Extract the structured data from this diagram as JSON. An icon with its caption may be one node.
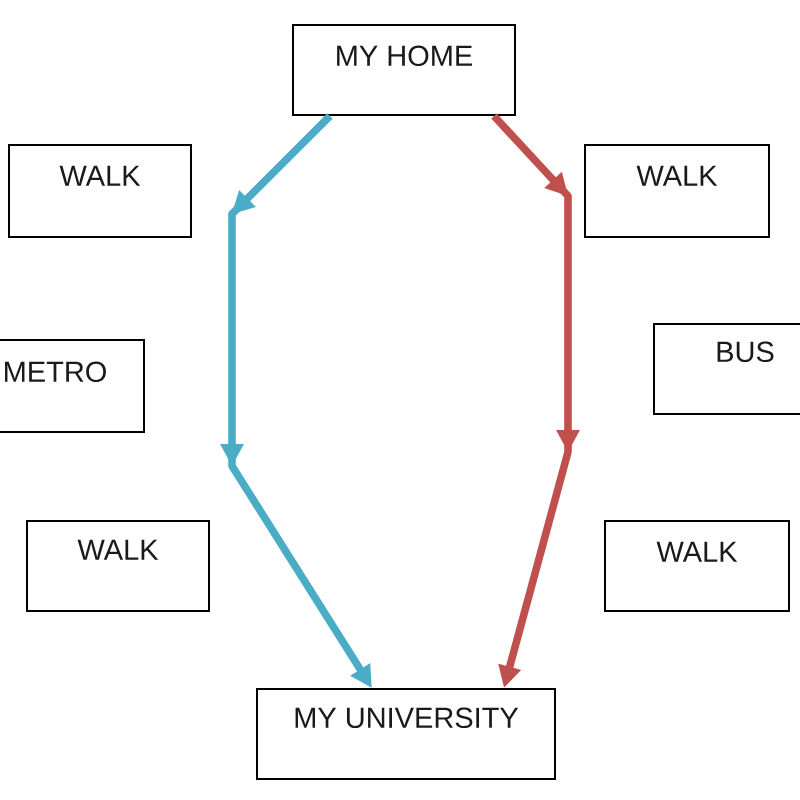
{
  "diagram": {
    "nodes": [
      {
        "text": [
          "MY HOME"
        ]
      },
      {
        "text": [
          "WALK"
        ]
      },
      {
        "text": [
          "WALK"
        ]
      },
      {
        "text": [
          "METRO"
        ]
      },
      {
        "text": [
          "BUS"
        ]
      },
      {
        "text": [
          "WALK"
        ]
      },
      {
        "text": [
          "WALK"
        ]
      },
      {
        "text": [
          "MY UNIVERSITY"
        ]
      }
    ],
    "edges": [
      {
        "from": 0,
        "to": 7,
        "arrow": "to",
        "color": "#4bacc6"
      },
      {
        "from": 0,
        "to": 7,
        "arrow": "to",
        "color": "#c0504d"
      }
    ]
  }
}
